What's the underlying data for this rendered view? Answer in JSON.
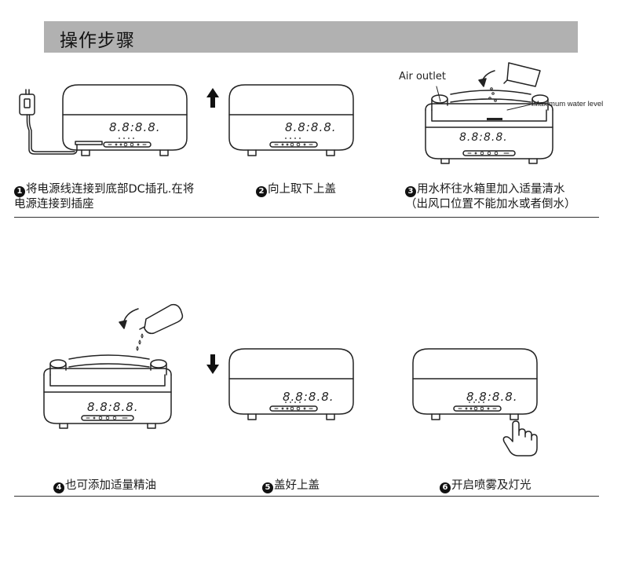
{
  "header": {
    "title": "操作步骤"
  },
  "labels": {
    "air_outlet": "Air outlet",
    "max_level": "Maximum water level"
  },
  "display": {
    "digits": "8.8:8.8."
  },
  "steps": [
    {
      "num": "1",
      "text_line1": "将电源线连接到底部DC插孔.在将",
      "text_line2": "电源连接到插座"
    },
    {
      "num": "2",
      "text_line1": "向上取下上盖"
    },
    {
      "num": "3",
      "text_line1": "用水杯往水箱里加入适量清水",
      "text_line2": "（出风口位置不能加水或者倒水）"
    },
    {
      "num": "4",
      "text_line1": "也可添加适量精油"
    },
    {
      "num": "5",
      "text_line1": "盖好上盖"
    },
    {
      "num": "6",
      "text_line1": "开启喷雾及灯光"
    }
  ],
  "colors": {
    "header_bg": "#b1b1b1",
    "line": "#222222"
  }
}
